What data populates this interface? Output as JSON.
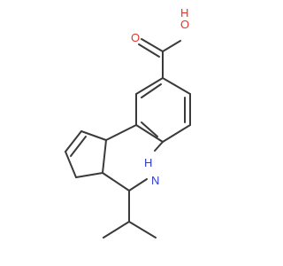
{
  "molecule": {
    "atom_labels": {
      "hydroxyl": "O",
      "hydroxyl_h": "H",
      "carbonyl": "O",
      "amine_n": "N",
      "amine_h": "H"
    }
  },
  "colors": {
    "bond": "#3a3a3a",
    "oxygen": "#e8322c",
    "nitrogen": "#2f3ad6",
    "background": "#ffffff"
  }
}
